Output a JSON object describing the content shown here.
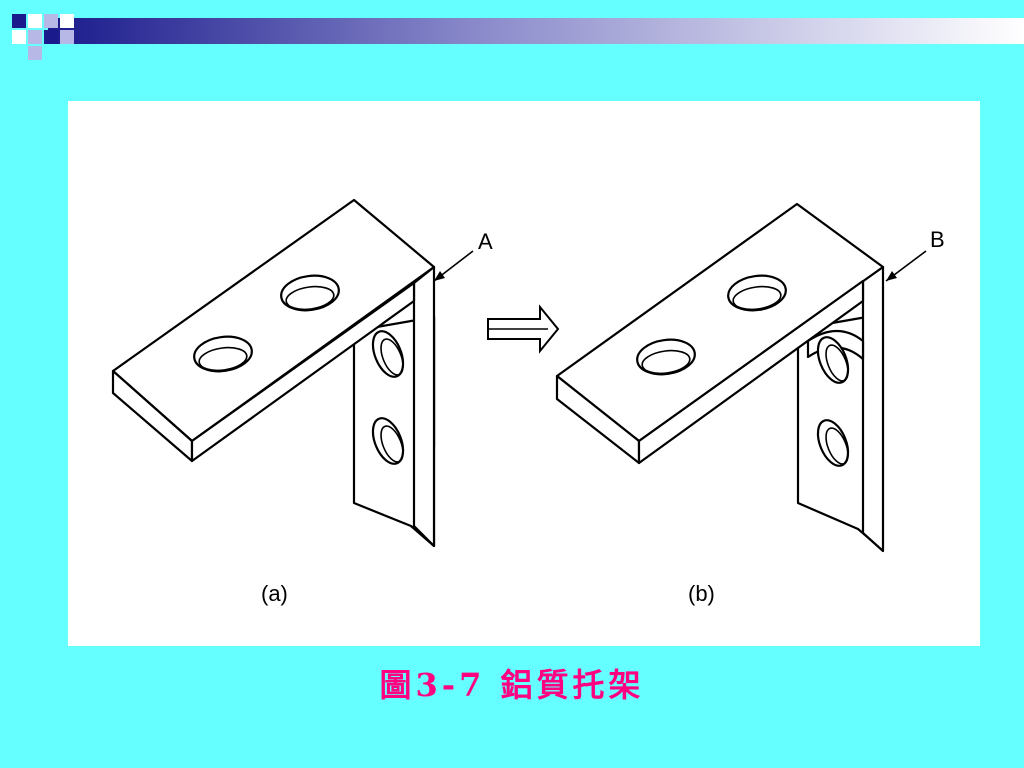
{
  "slide": {
    "background_color": "#66ffff",
    "accent_color": "#1a1a8c",
    "caption_color": "#ff0080",
    "caption": "圖3-7 鋁質托架"
  },
  "figure": {
    "marker_a": "A",
    "marker_b": "B",
    "label_a": "(a)",
    "label_b": "(b)"
  }
}
